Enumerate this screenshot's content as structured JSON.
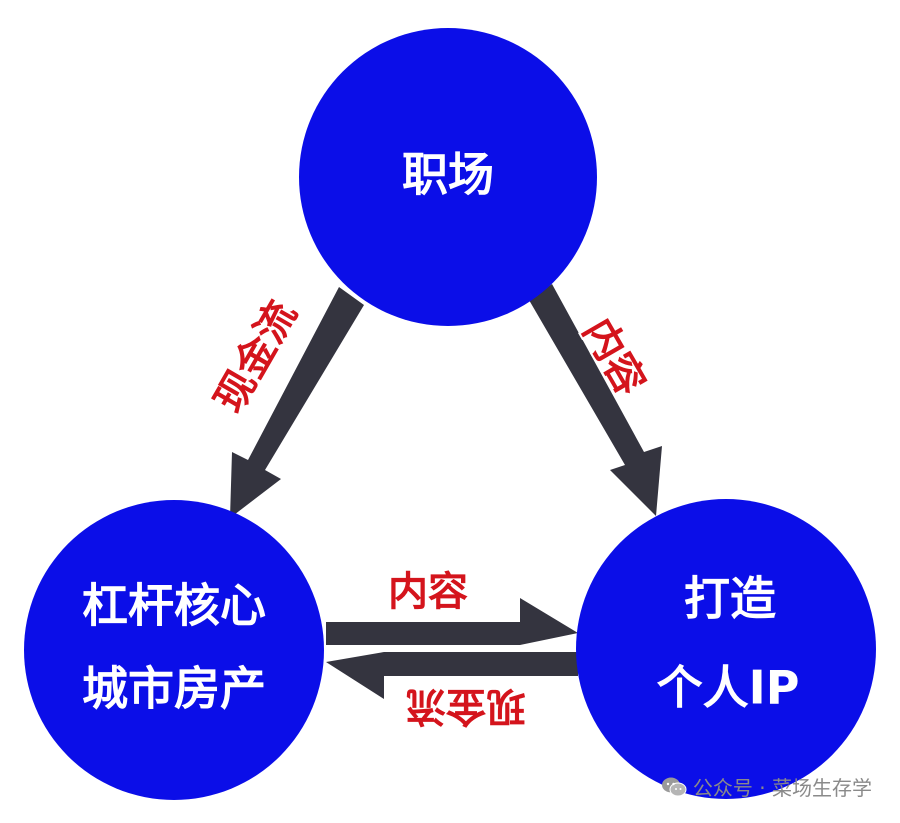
{
  "colors": {
    "node_fill": "#0b0ee8",
    "node_text": "#ffffff",
    "arrow_fill": "#34343f",
    "edge_label": "#d4141c"
  },
  "nodes": {
    "top": {
      "label": "职场"
    },
    "left": {
      "line1": "杠杆核心",
      "line2": "城市房产"
    },
    "right": {
      "line1": "打造",
      "line2": "个人IP"
    }
  },
  "edges": {
    "top_to_left": {
      "label": "现金流"
    },
    "top_to_right": {
      "label": "内容"
    },
    "left_to_right": {
      "label": "内容"
    },
    "right_to_left": {
      "label": "现金流"
    }
  },
  "watermark": {
    "icon": "wechat-icon",
    "text": "公众号 · 菜场生存学"
  }
}
